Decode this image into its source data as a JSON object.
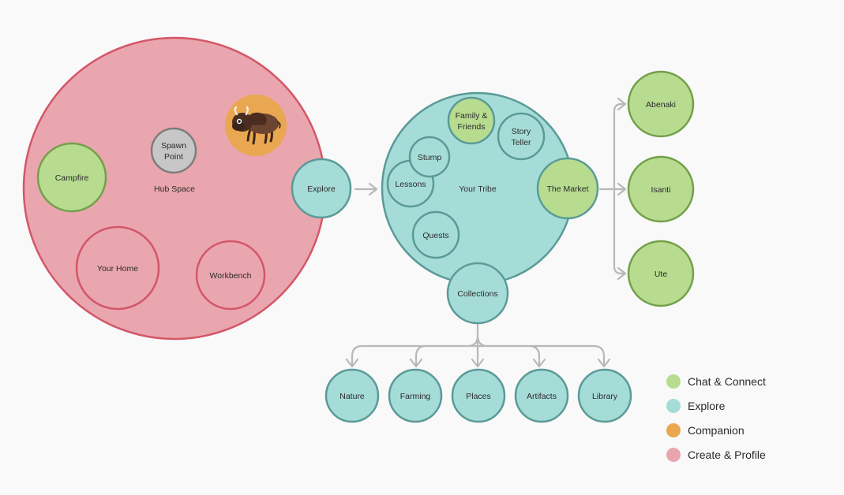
{
  "colors": {
    "chat": "#b7dc90",
    "chat_stroke": "#74a04a",
    "explore": "#a6dcd8",
    "explore_stroke": "#5a9a97",
    "companion": "#e9a751",
    "create": "#e9a6ae",
    "create_stroke": "#d45668",
    "neutral": "#c7c7c7",
    "neutral_stroke": "#7d7d7d",
    "connector": "#b8b8b8"
  },
  "nodes": {
    "hub_space": "Hub Space",
    "campfire": "Campfire",
    "spawn_point_1": "Spawn",
    "spawn_point_2": "Point",
    "your_home": "Your Home",
    "workbench": "Workbench",
    "explore": "Explore",
    "your_tribe": "Your Tribe",
    "family_friends_1": "Family &",
    "family_friends_2": "Friends",
    "story_teller_1": "Story",
    "story_teller_2": "Teller",
    "stump": "Stump",
    "lessons": "Lessons",
    "quests": "Quests",
    "the_market": "The Market",
    "collections": "Collections",
    "abenaki": "Abenaki",
    "isanti": "Isanti",
    "ute": "Ute",
    "nature": "Nature",
    "farming": "Farming",
    "places": "Places",
    "artifacts": "Artifacts",
    "library": "Library"
  },
  "companion_icon": "bison-icon",
  "legend": [
    {
      "label": "Chat & Connect",
      "color": "#b7dc90"
    },
    {
      "label": "Explore",
      "color": "#a6dcd8"
    },
    {
      "label": "Companion",
      "color": "#e9a751"
    },
    {
      "label": "Create & Profile",
      "color": "#e9a6ae"
    }
  ]
}
